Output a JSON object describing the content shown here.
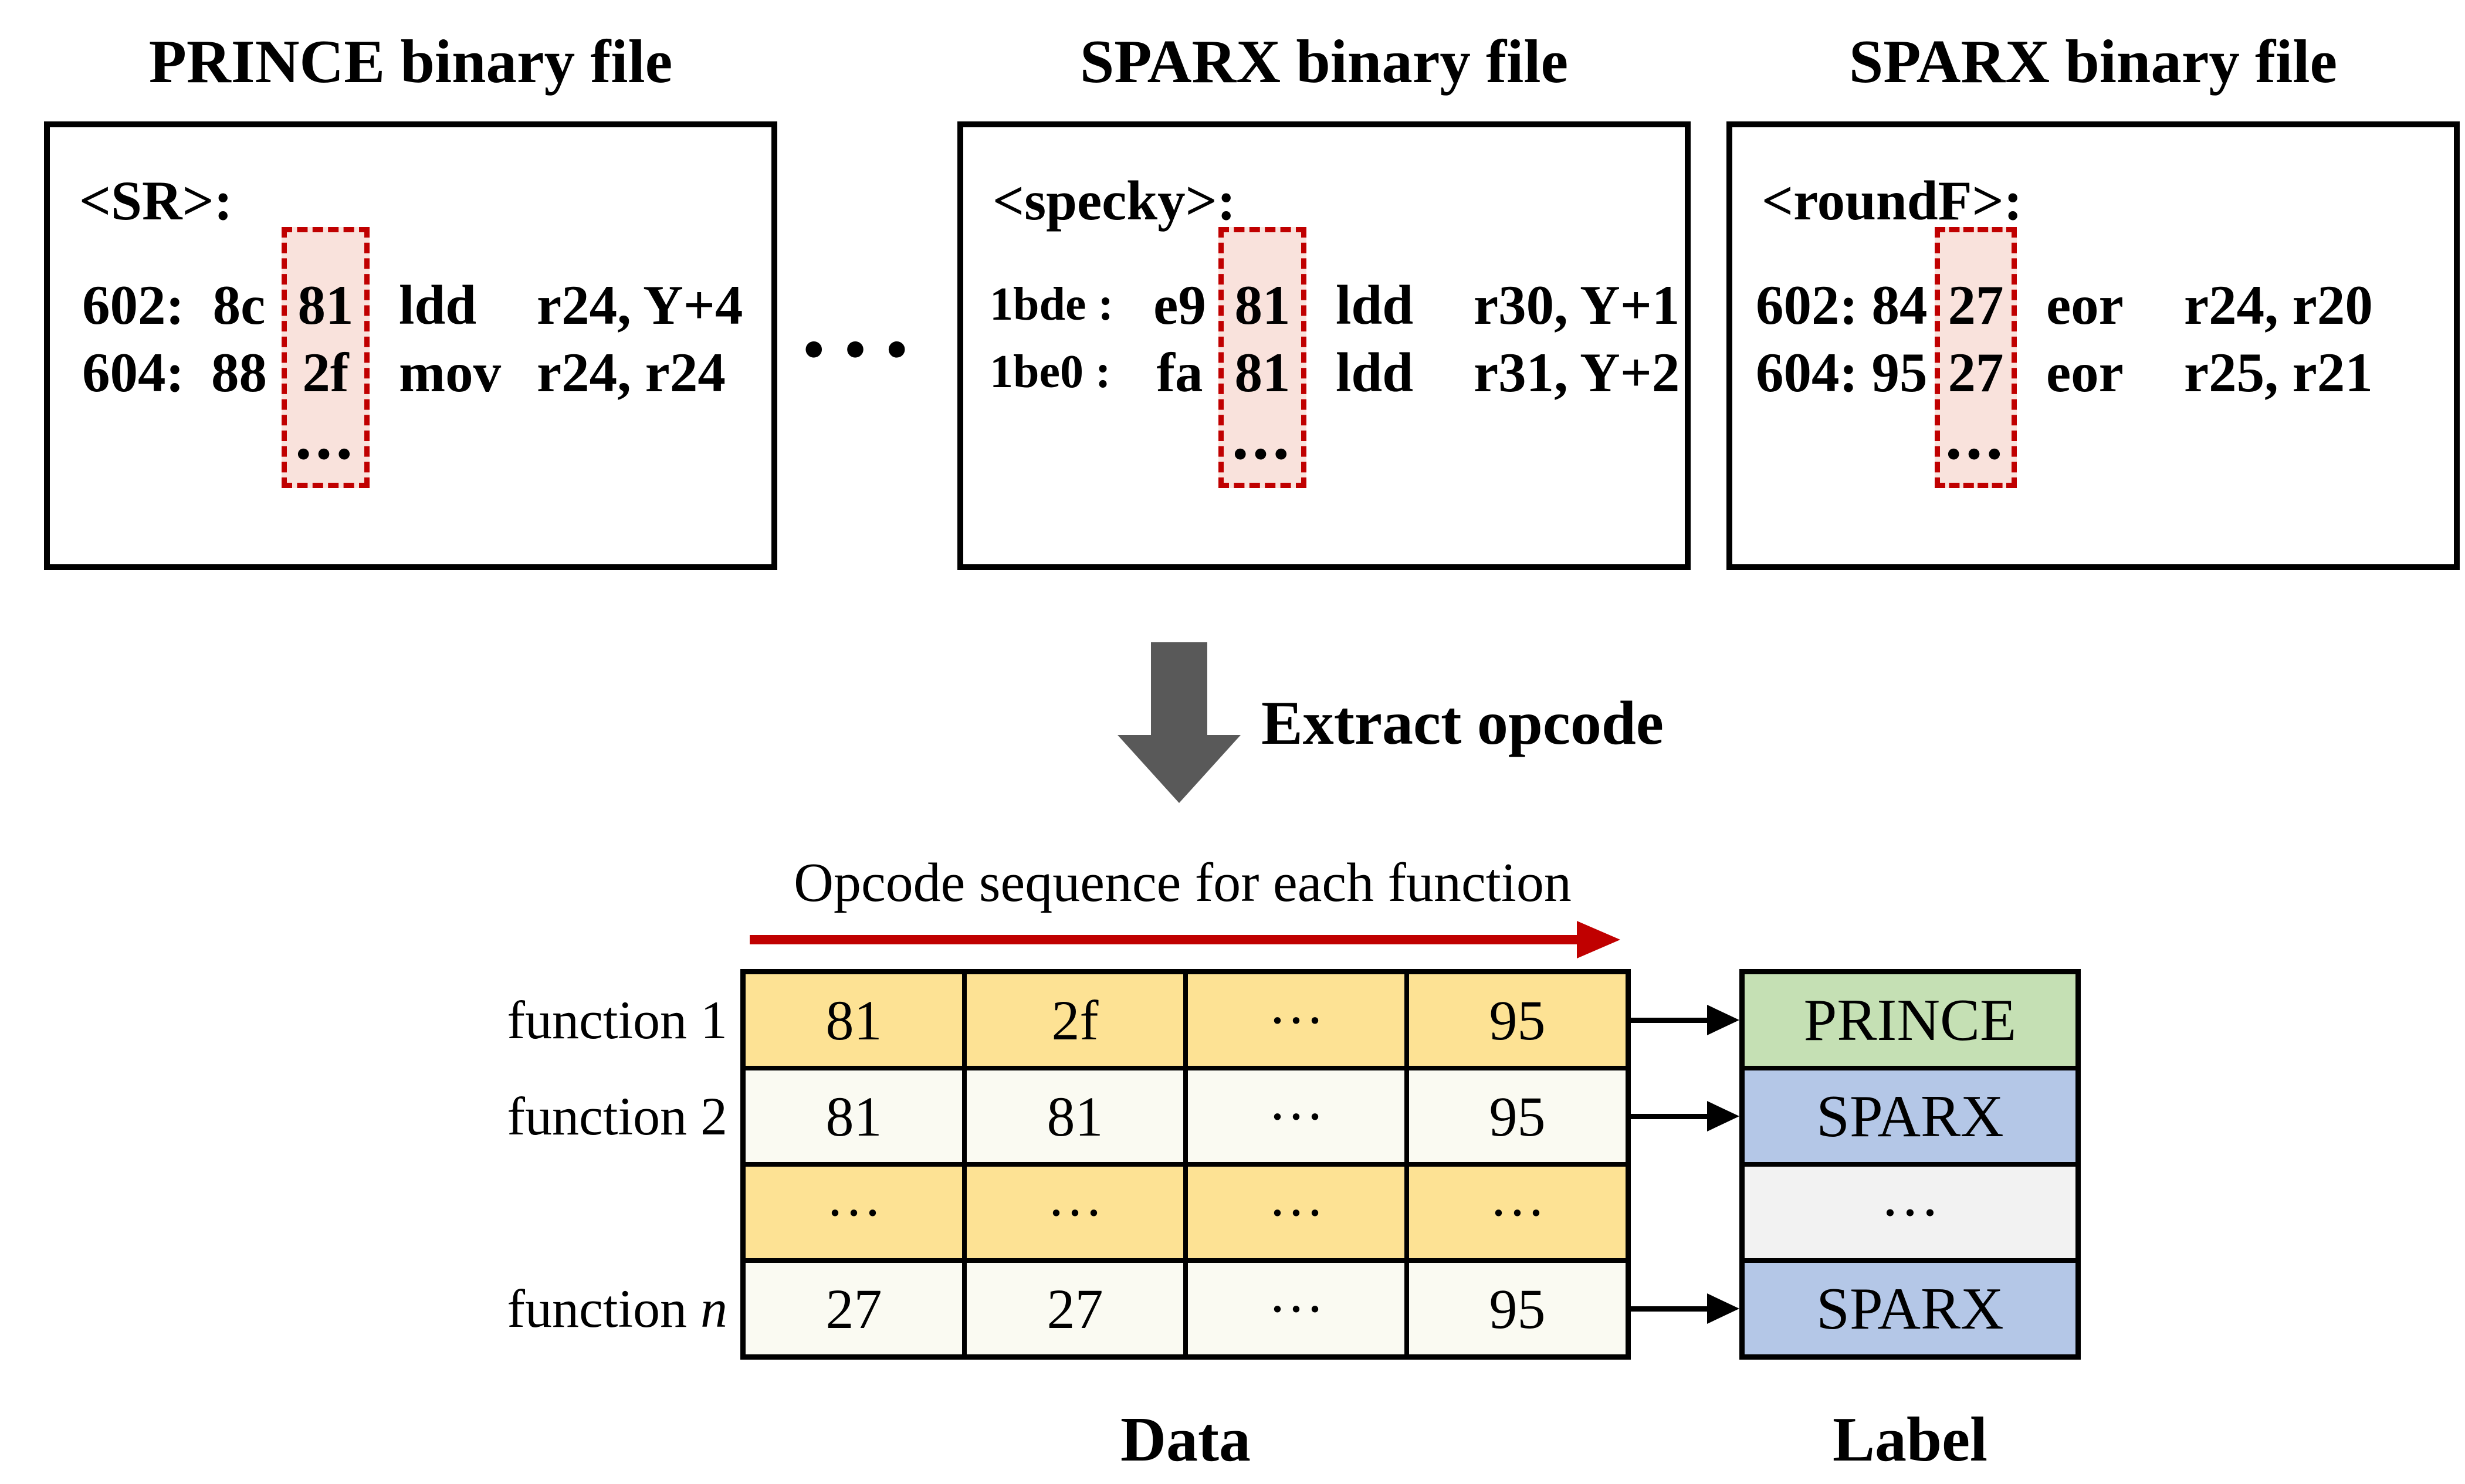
{
  "panels": [
    {
      "title": "PRINCE binary file",
      "symbol": "<SR>:",
      "lines": [
        {
          "addr": "602:",
          "byte1": "8c",
          "opcode": "81",
          "mnemonic": "ldd",
          "operands": "r24, Y+4"
        },
        {
          "addr": "604:",
          "byte1": "88",
          "opcode": "2f",
          "mnemonic": "mov",
          "operands": "r24, r24"
        }
      ],
      "ellipsis": "..."
    },
    {
      "title": "SPARX binary file",
      "symbol": "<specky>:",
      "lines": [
        {
          "addr": "1bde :",
          "byte1": "e9",
          "opcode": "81",
          "mnemonic": "ldd",
          "operands": "r30, Y+1"
        },
        {
          "addr": "1be0 :",
          "byte1": "fa",
          "opcode": "81",
          "mnemonic": "ldd",
          "operands": "r31, Y+2"
        }
      ],
      "ellipsis": "..."
    },
    {
      "title": "SPARX binary file",
      "symbol": "<roundF>:",
      "lines": [
        {
          "addr": "602:",
          "byte1": "84",
          "opcode": "27",
          "mnemonic": "eor",
          "operands": "r24, r20"
        },
        {
          "addr": "604:",
          "byte1": "95",
          "opcode": "27",
          "mnemonic": "eor",
          "operands": "r25, r21"
        }
      ],
      "ellipsis": "..."
    }
  ],
  "separator_dots": "···",
  "extract_label": "Extract opcode",
  "sequence_caption": "Opcode sequence for each function",
  "data_table": {
    "row_labels": [
      {
        "text": "function 1",
        "italic": ""
      },
      {
        "text": "function 2",
        "italic": ""
      },
      {
        "text": "function ",
        "italic": "n"
      }
    ],
    "rows": [
      {
        "shade": "yellow",
        "cells": [
          "81",
          "2f",
          "···",
          "95"
        ]
      },
      {
        "shade": "plain",
        "cells": [
          "81",
          "81",
          "···",
          "95"
        ]
      },
      {
        "shade": "yellow",
        "cells": [
          "···",
          "···",
          "···",
          "···"
        ]
      },
      {
        "shade": "plain",
        "cells": [
          "27",
          "27",
          "···",
          "95"
        ]
      }
    ],
    "caption": "Data"
  },
  "label_column": {
    "items": [
      {
        "text": "PRINCE",
        "color": "green"
      },
      {
        "text": "SPARX",
        "color": "blue"
      },
      {
        "text": "···",
        "color": "plain"
      },
      {
        "text": "SPARX",
        "color": "blue"
      }
    ],
    "caption": "Label"
  },
  "colors": {
    "row_yellow": "#FDE294",
    "row_plain": "#FAFAF2",
    "label_green": "#C5E0B4",
    "label_blue": "#B4C7E7",
    "label_plain": "#F2F2F2",
    "highlight_border": "#C00000",
    "highlight_fill": "#F9E2DC",
    "extract_arrow_gray": "#595959",
    "sequence_arrow_red": "#C00000"
  }
}
